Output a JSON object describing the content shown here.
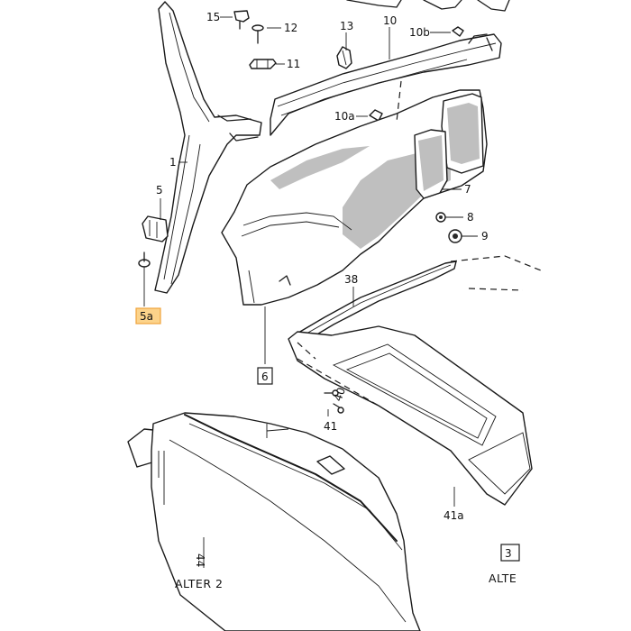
{
  "labels": {
    "l15": "15",
    "l12": "12",
    "l11": "11",
    "l13": "13",
    "l10": "10",
    "l10b": "10b",
    "l10a": "10a",
    "l1": "1",
    "l5": "5",
    "l5a": "5a",
    "l7": "7",
    "l8": "8",
    "l9": "9",
    "l38": "38",
    "l6": "6",
    "l40": "40",
    "l41": "41",
    "l41a": "41a",
    "l44": "44",
    "l3": "3"
  },
  "captions": {
    "alter_left": "ALTER 2",
    "alter_right": "ALTE"
  },
  "colors": {
    "highlight_fill": "#fcd38a",
    "highlight_border": "#f0a43c",
    "line": "#1a1a1a"
  },
  "highlighted_label": "5a"
}
